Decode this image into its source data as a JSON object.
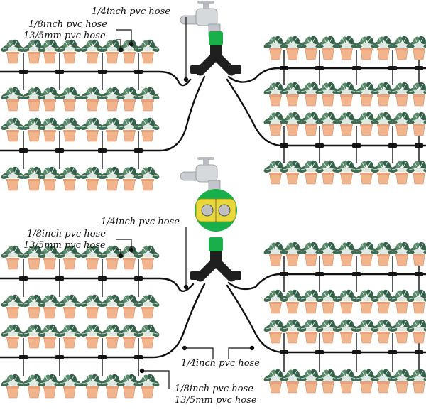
{
  "labels": {
    "top_quarter": "1/4inch pvc hose",
    "top_eighth": "1/8inch pvc hose",
    "top_mm": "13/5mm pvc hose",
    "mid_quarter": "1/4inch pvc hose",
    "mid_eighth": "1/8inch pvc hose",
    "mid_mm": "13/5mm pvc hose",
    "bottom_quarter": "1/4inch pvc hose",
    "bottom_eighth": "1/8inch pvc hose",
    "bottom_mm": "13/5mm pvc hose"
  },
  "colors": {
    "hose": "#111111",
    "pot": "#f2b48c",
    "leaf": "#3f6b52",
    "leaf_light": "#dfe9e2",
    "faucet": "#c9ccd0",
    "connector_green": "#19b04b",
    "timer_yellow": "#e8d83a"
  }
}
